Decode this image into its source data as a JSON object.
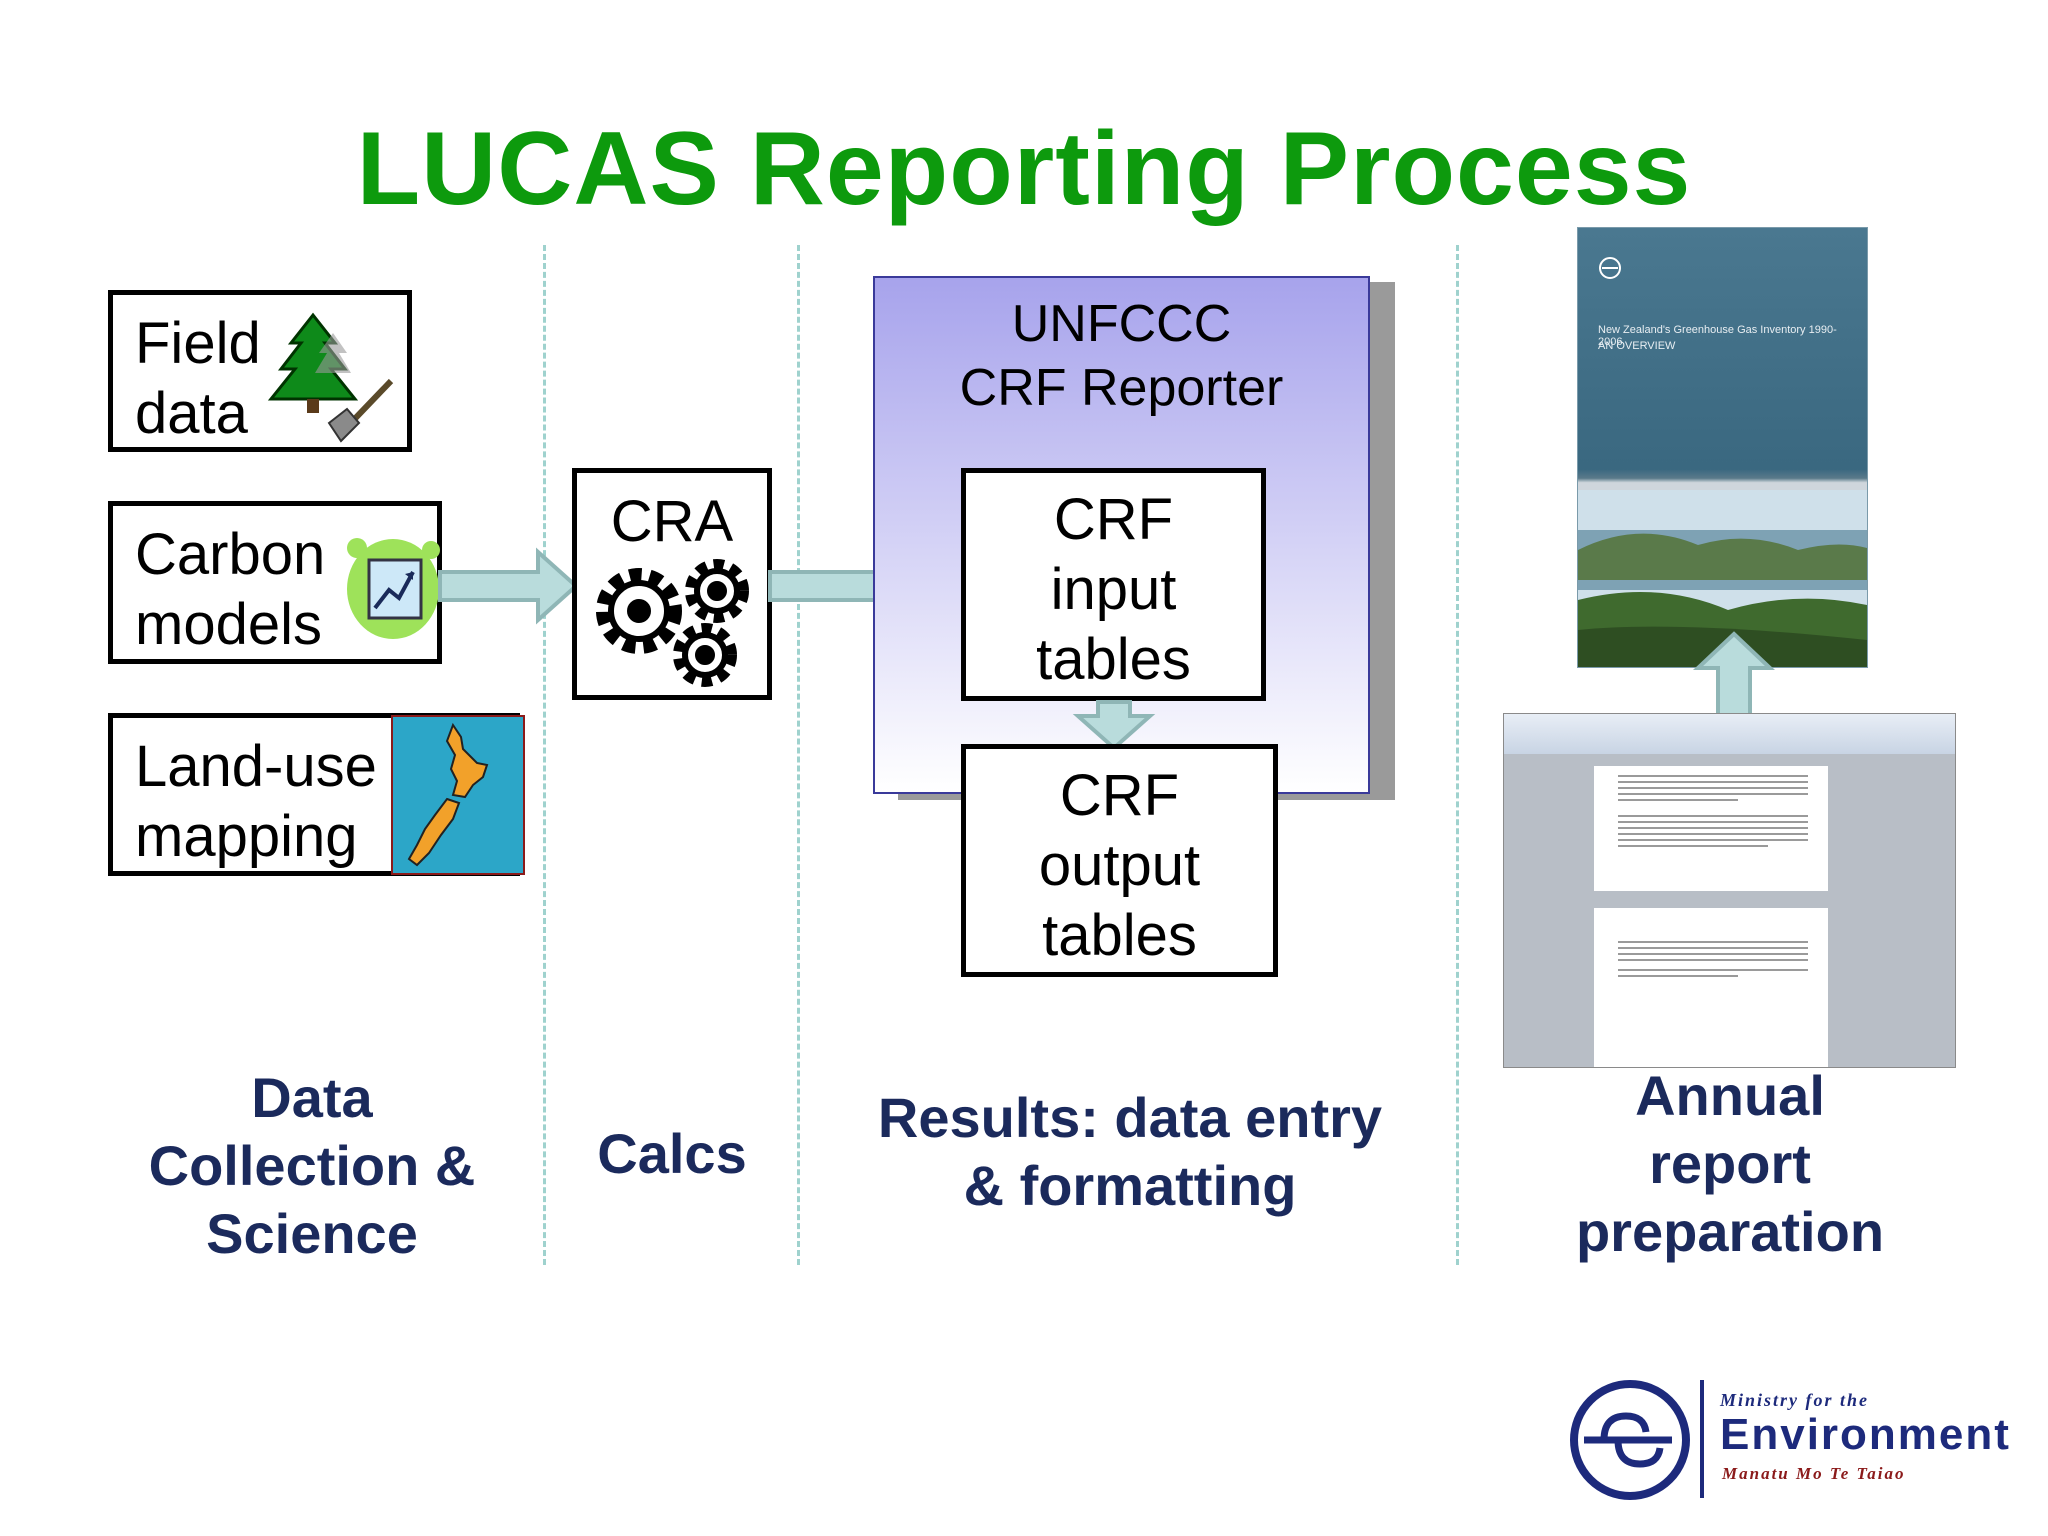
{
  "title": "LUCAS Reporting Process",
  "inputs": {
    "field_data": [
      "Field",
      "data"
    ],
    "carbon_models": [
      "Carbon",
      "models"
    ],
    "land_use_mapping": [
      "Land-use",
      "mapping"
    ]
  },
  "cra": "CRA",
  "unfccc": [
    "UNFCCC",
    "CRF Reporter"
  ],
  "crf_input": [
    "CRF",
    "input",
    "tables"
  ],
  "crf_output": [
    "CRF",
    "output",
    "tables"
  ],
  "stages": {
    "data_collection": [
      "Data",
      "Collection &",
      "Science"
    ],
    "calcs": "Calcs",
    "results": [
      "Results: data entry",
      "& formatting"
    ],
    "annual_report": [
      "Annual",
      "report",
      "preparation"
    ]
  },
  "report_cover": {
    "heading": "New Zealand's Greenhouse Gas Inventory 1990-2006",
    "subheading": "AN OVERVIEW"
  },
  "logo": {
    "line1": "Ministry for the",
    "line2": "Environment",
    "line3": "Manatu Mo Te Taiao"
  },
  "colors": {
    "title": "#0d9a0d",
    "stage_text": "#1b2a5c",
    "arrow_fill": "#b9dcdc",
    "arrow_stroke": "#8fb6b6",
    "unfccc_top": "#a7a3ec",
    "logo_blue": "#1d2a7c",
    "logo_red": "#8b1a1a"
  }
}
